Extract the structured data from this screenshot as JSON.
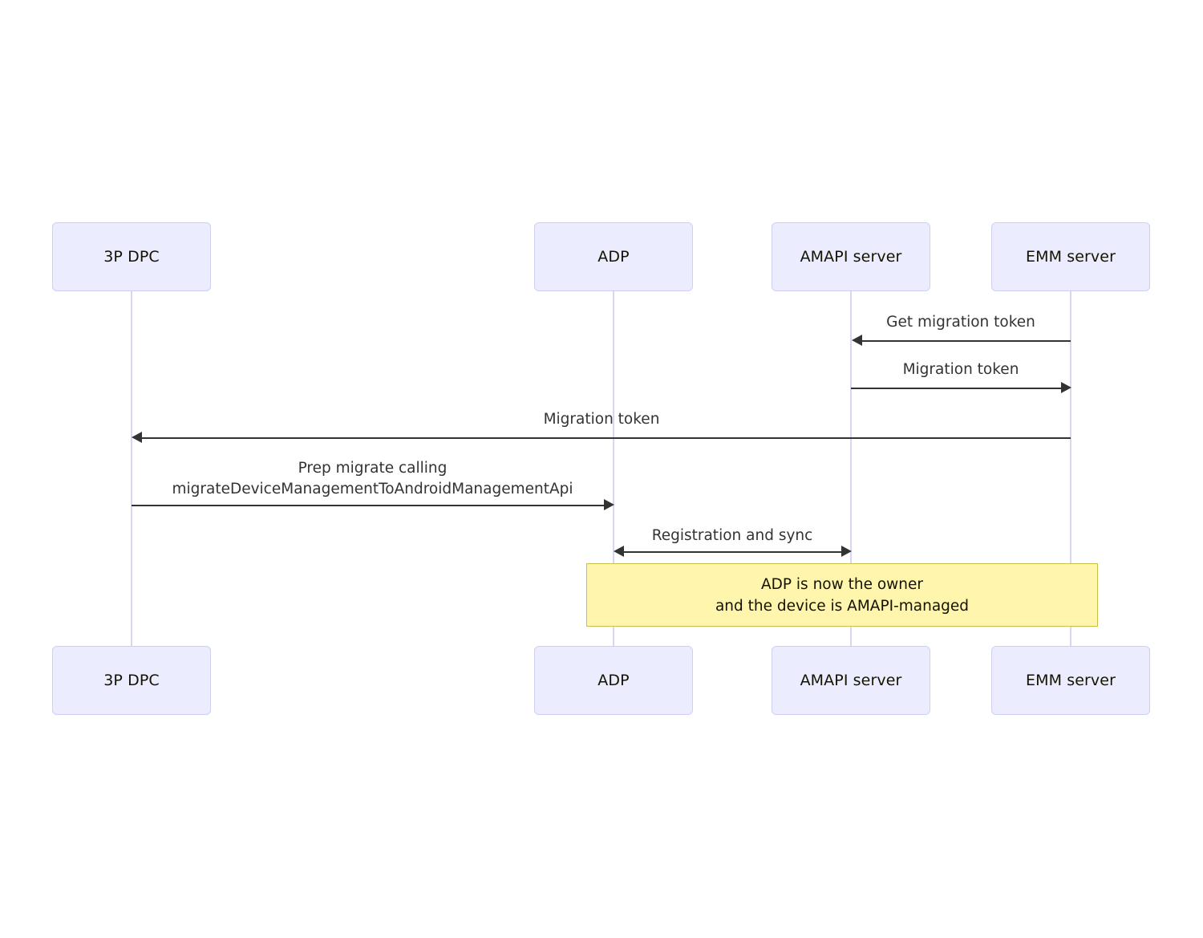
{
  "diagram": {
    "type": "sequence-diagram",
    "background_color": "#ffffff",
    "actor_fill": "#ececff",
    "actor_border": "#cfcff5",
    "lifeline_color": "#d9d5f2",
    "arrow_color": "#333333",
    "note_fill": "#fff5ad",
    "note_border": "#c6bf48",
    "actors": [
      {
        "id": "dpc",
        "label": "3P DPC"
      },
      {
        "id": "adp",
        "label": "ADP"
      },
      {
        "id": "amapi",
        "label": "AMAPI server"
      },
      {
        "id": "emm",
        "label": "EMM server"
      }
    ],
    "actors_bottom": [
      {
        "id": "dpc",
        "label": "3P DPC"
      },
      {
        "id": "adp",
        "label": "ADP"
      },
      {
        "id": "amapi",
        "label": "AMAPI server"
      },
      {
        "id": "emm",
        "label": "EMM server"
      }
    ],
    "messages": [
      {
        "index": 1,
        "label": "Get migration token",
        "from": "emm",
        "to": "amapi",
        "direction": "left"
      },
      {
        "index": 2,
        "label": "Migration token",
        "from": "amapi",
        "to": "emm",
        "direction": "right"
      },
      {
        "index": 3,
        "label": "Migration token",
        "from": "emm",
        "to": "dpc",
        "direction": "left"
      },
      {
        "index": 4,
        "label_line1": "Prep migrate calling",
        "label_line2": "migrateDeviceManagementToAndroidManagementApi",
        "from": "dpc",
        "to": "adp",
        "direction": "right"
      },
      {
        "index": 5,
        "label": "Registration and sync",
        "from": "adp",
        "to": "amapi",
        "direction": "both"
      }
    ],
    "note": {
      "line1": "ADP is now the owner",
      "line2": "and the device is AMAPI-managed",
      "spans": "adp-to-emm"
    }
  }
}
